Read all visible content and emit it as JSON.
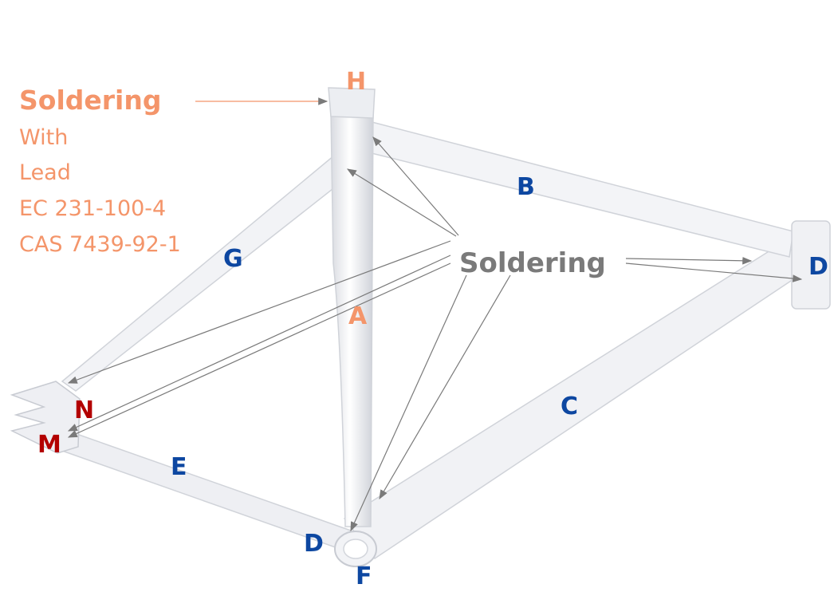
{
  "left_note": {
    "title": "Soldering",
    "lines": [
      "With",
      "Lead",
      "EC 231-100-4",
      "CAS 7439-92-1"
    ]
  },
  "center_label": "Soldering",
  "labels": {
    "A": "A",
    "B": "B",
    "C": "C",
    "D_right": "D",
    "D_bottom": "D",
    "E": "E",
    "F": "F",
    "G": "G",
    "H": "H",
    "M": "M",
    "N": "N"
  },
  "colors": {
    "orange": "#f4956a",
    "blue": "#0d47a1",
    "red": "#b30000",
    "gray": "#7a7a7a",
    "frame": "#f3f4f7"
  }
}
